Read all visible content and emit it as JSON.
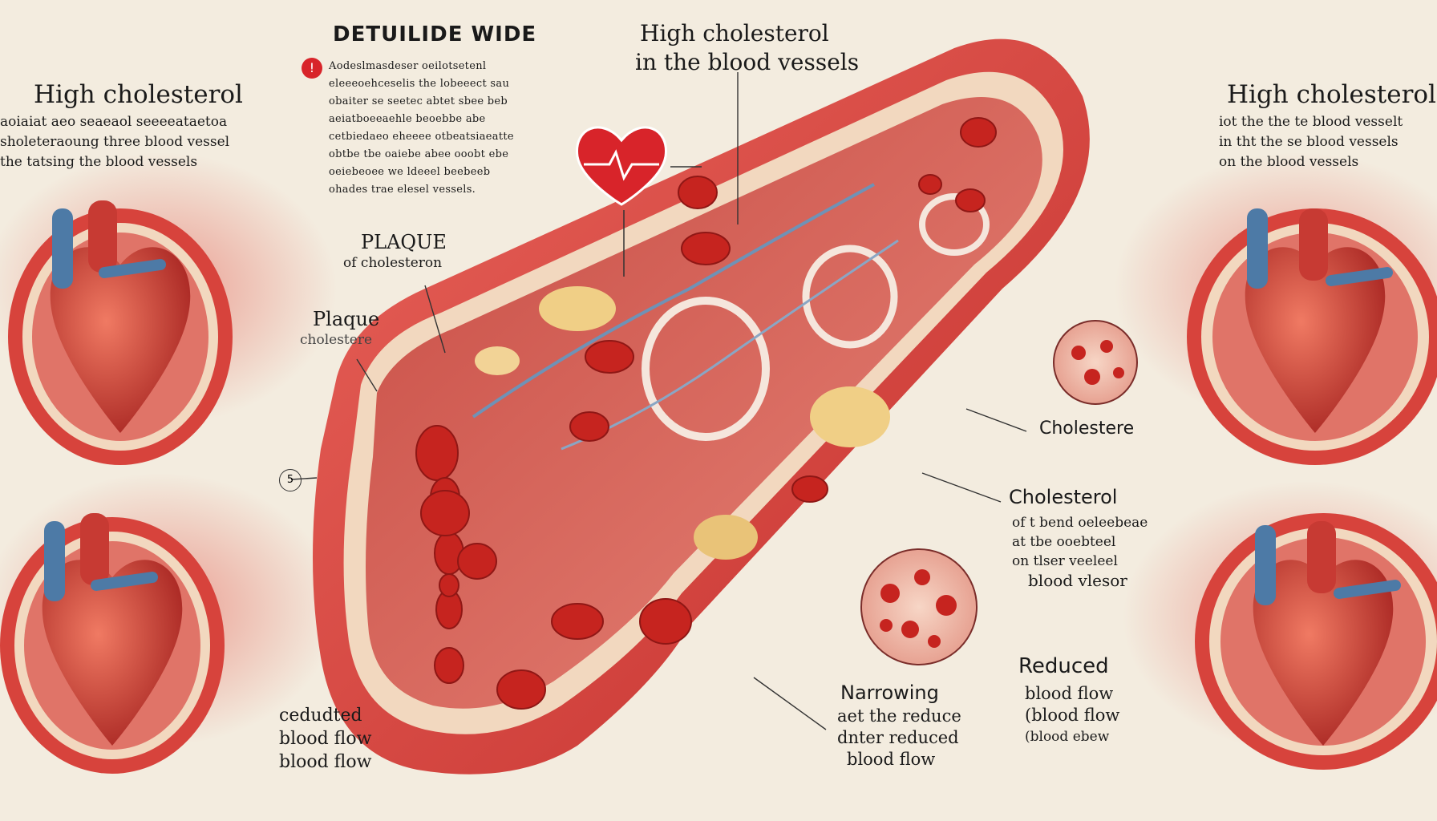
{
  "top_center": {
    "heading": "DETUILIDE WIDE",
    "badge": "!",
    "paragraph": [
      "Aodeslmasdeser oeilotsetenl",
      "eleeeoehceselis the lobeeect sau",
      "obaiter se seetec abtet sbee beb",
      "aeiatboeeaehle beoebbe  abe",
      "cetbiedaeo  eheeee otbeatsiaeatte",
      "obtbe tbe oaiebe abee ooobt ebe",
      "oeiebeoee we ldeeel beebeeb",
      "ohades trae elesel  vessels."
    ]
  },
  "top_title": {
    "line1": "High cholesterol",
    "line2": "in the blood vessels"
  },
  "left_header": {
    "title": "High cholesterol",
    "lines": [
      "aoiaiat aeo seaeaol seeeeataetoa",
      "sholeteraoung three blood vessel",
      "the tatsing the blood vessels"
    ]
  },
  "right_header": {
    "title": "High cholesterol",
    "lines": [
      "iot the the te blood vesselt",
      "in tht the se blood vessels",
      "on the blood vessels"
    ]
  },
  "plaque_upper": {
    "title": "PLAQUE",
    "subtitle": "of cholesteron"
  },
  "plaque_lower": {
    "title": "Plaque",
    "subtitle": "cholestere"
  },
  "marker_five": "5",
  "right_labels": {
    "cholestere": "Cholestere",
    "cholesterol_title": "Cholesterol",
    "cholesterol_lines": [
      "of t bend oeleebeae",
      "at tbe ooebteel",
      "on tlser veeleel",
      "blood vlesor"
    ],
    "reduced_title": "Reduced",
    "reduced_lines": [
      "blood flow",
      "(blood flow",
      "(blood ebew"
    ]
  },
  "narrowing": {
    "title": "Narrowing",
    "lines": [
      "aet the reduce",
      "dnter reduced",
      "blood flow"
    ]
  },
  "bottom_left": {
    "lines": [
      "cedudted",
      "blood flow",
      "blood flow"
    ]
  },
  "colors": {
    "background": "#f3ecdf",
    "vessel_red": "#d8423e",
    "vessel_dark": "#b7262a",
    "plaque_yellow": "#f0cf86",
    "vein_blue": "#4d7aa6",
    "accent_red": "#d8242a"
  },
  "icons": {
    "heart_monitor": "heart-ecg-icon",
    "magnifier_top": "zoom-circle-icon",
    "magnifier_bottom": "zoom-circle-icon"
  }
}
